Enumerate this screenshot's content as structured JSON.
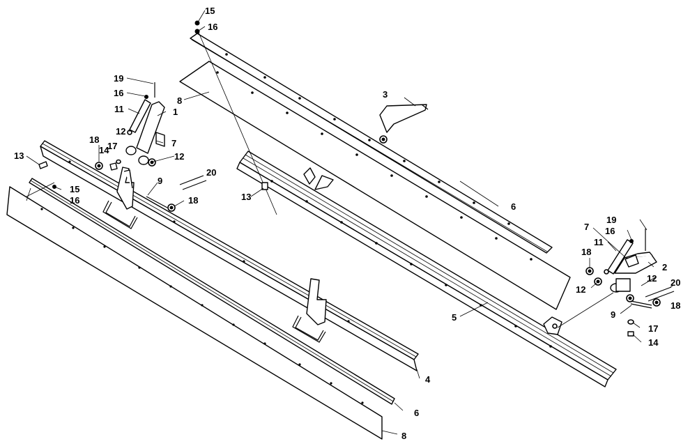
{
  "callouts": {
    "c1": "1",
    "c2": "2",
    "c3": "3",
    "c4": "4",
    "c5": "5",
    "c6a": "6",
    "c6b": "6",
    "c7a": "7",
    "c7b": "7",
    "c8a": "8",
    "c8b": "8",
    "c9a": "9",
    "c9b": "9",
    "c11a": "11",
    "c11b": "11",
    "c12a": "12",
    "c12b": "12",
    "c12c": "12",
    "c12d": "12",
    "c13a": "13",
    "c13b": "13",
    "c14a": "14",
    "c14b": "14",
    "c15a": "15",
    "c15b": "15",
    "c16a": "16",
    "c16b": "16",
    "c16c": "16",
    "c16d": "16",
    "c17a": "17",
    "c17b": "17",
    "c18a": "18",
    "c18b": "18",
    "c18c": "18",
    "c18d": "18",
    "c19a": "19",
    "c19b": "19",
    "c20a": "20",
    "c20b": "20"
  }
}
